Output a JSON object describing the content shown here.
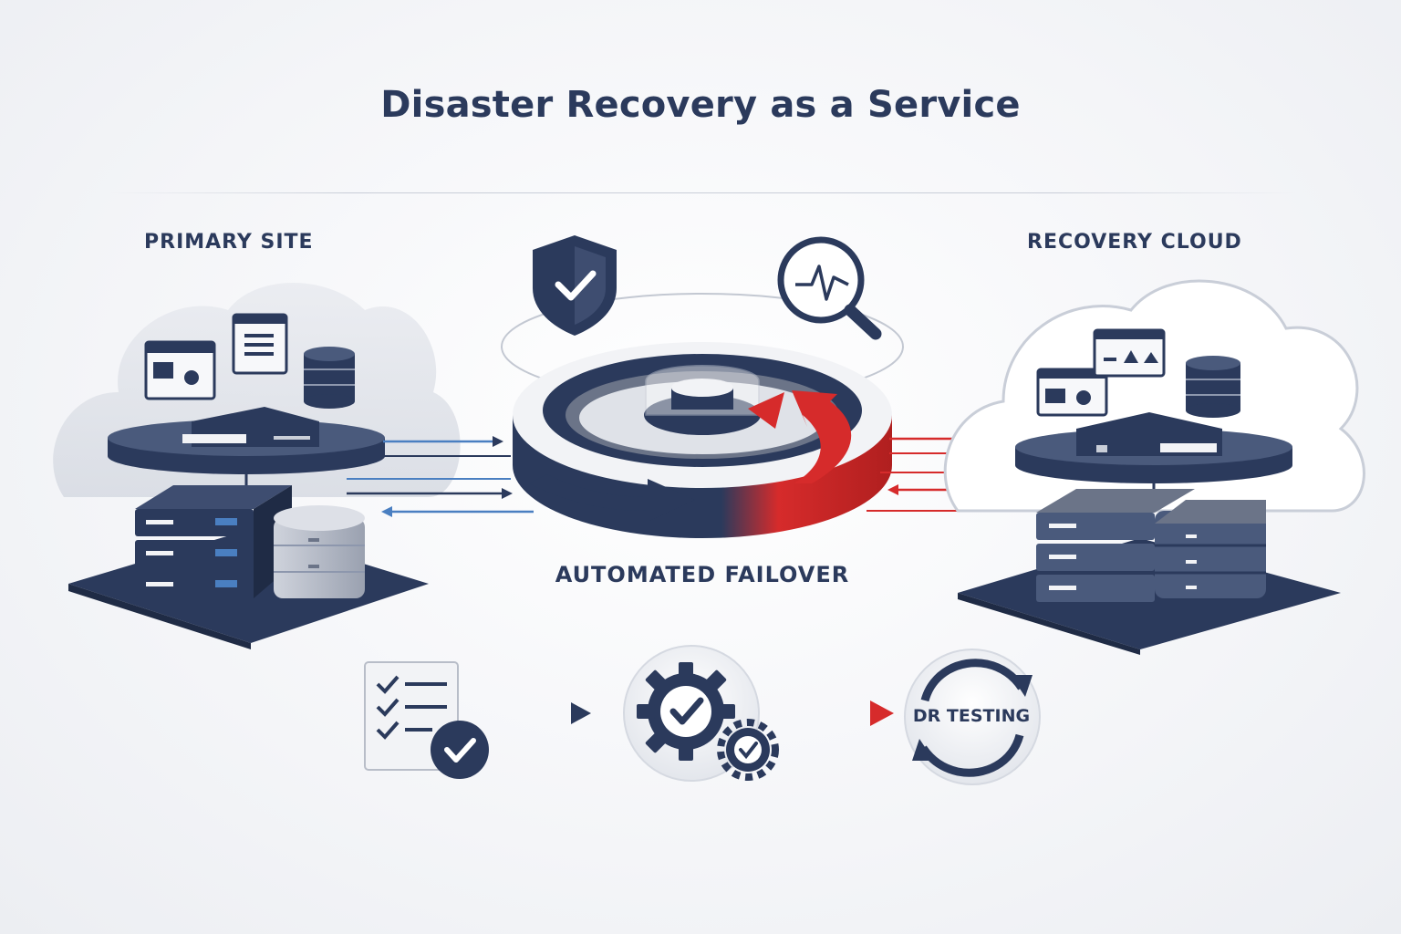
{
  "title": "Disaster Recovery as a Service",
  "labels": {
    "primary_site": "PRIMARY SITE",
    "recovery_cloud": "RECOVERY CLOUD",
    "automated_failover": "AUTOMATED FAILOVER",
    "dr_testing": "DR TESTING"
  },
  "colors": {
    "navy": "#2b3a5c",
    "red": "#d62b2b",
    "blue_accent": "#4a7fc1",
    "gray": "#b8bdc8"
  },
  "icons": [
    "shield-check-icon",
    "monitoring-magnifier-icon",
    "checklist-icon",
    "gears-check-icon",
    "refresh-cycle-icon"
  ]
}
